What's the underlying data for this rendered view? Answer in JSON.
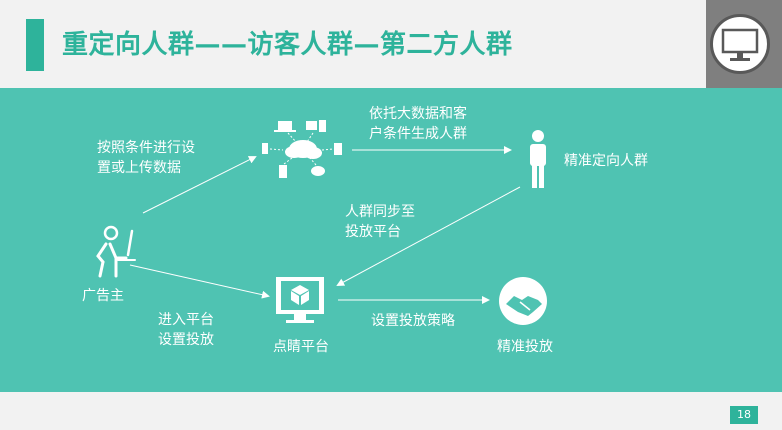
{
  "slide": {
    "title": "重定向人群——访客人群—第二方人群",
    "page_number": "18"
  },
  "diagram": {
    "advertiser": "广告主",
    "platform": "点睛平台",
    "targeted_crowd": "精准定向人群",
    "precise_delivery": "精准投放",
    "edge_upload_line1": "按照条件进行设",
    "edge_upload_line2": "置或上传数据",
    "edge_generate_line1": "依托大数据和客",
    "edge_generate_line2": "户条件生成人群",
    "edge_sync_line1": "人群同步至",
    "edge_sync_line2": "投放平台",
    "edge_enter_line1": "进入平台",
    "edge_enter_line2": "设置投放",
    "edge_strategy": "设置投放策略"
  },
  "colors": {
    "accent": "#2eb39b",
    "panel": "#4fc3b2",
    "background": "#f2f2f2",
    "corner_gray": "#7f7f7f"
  }
}
